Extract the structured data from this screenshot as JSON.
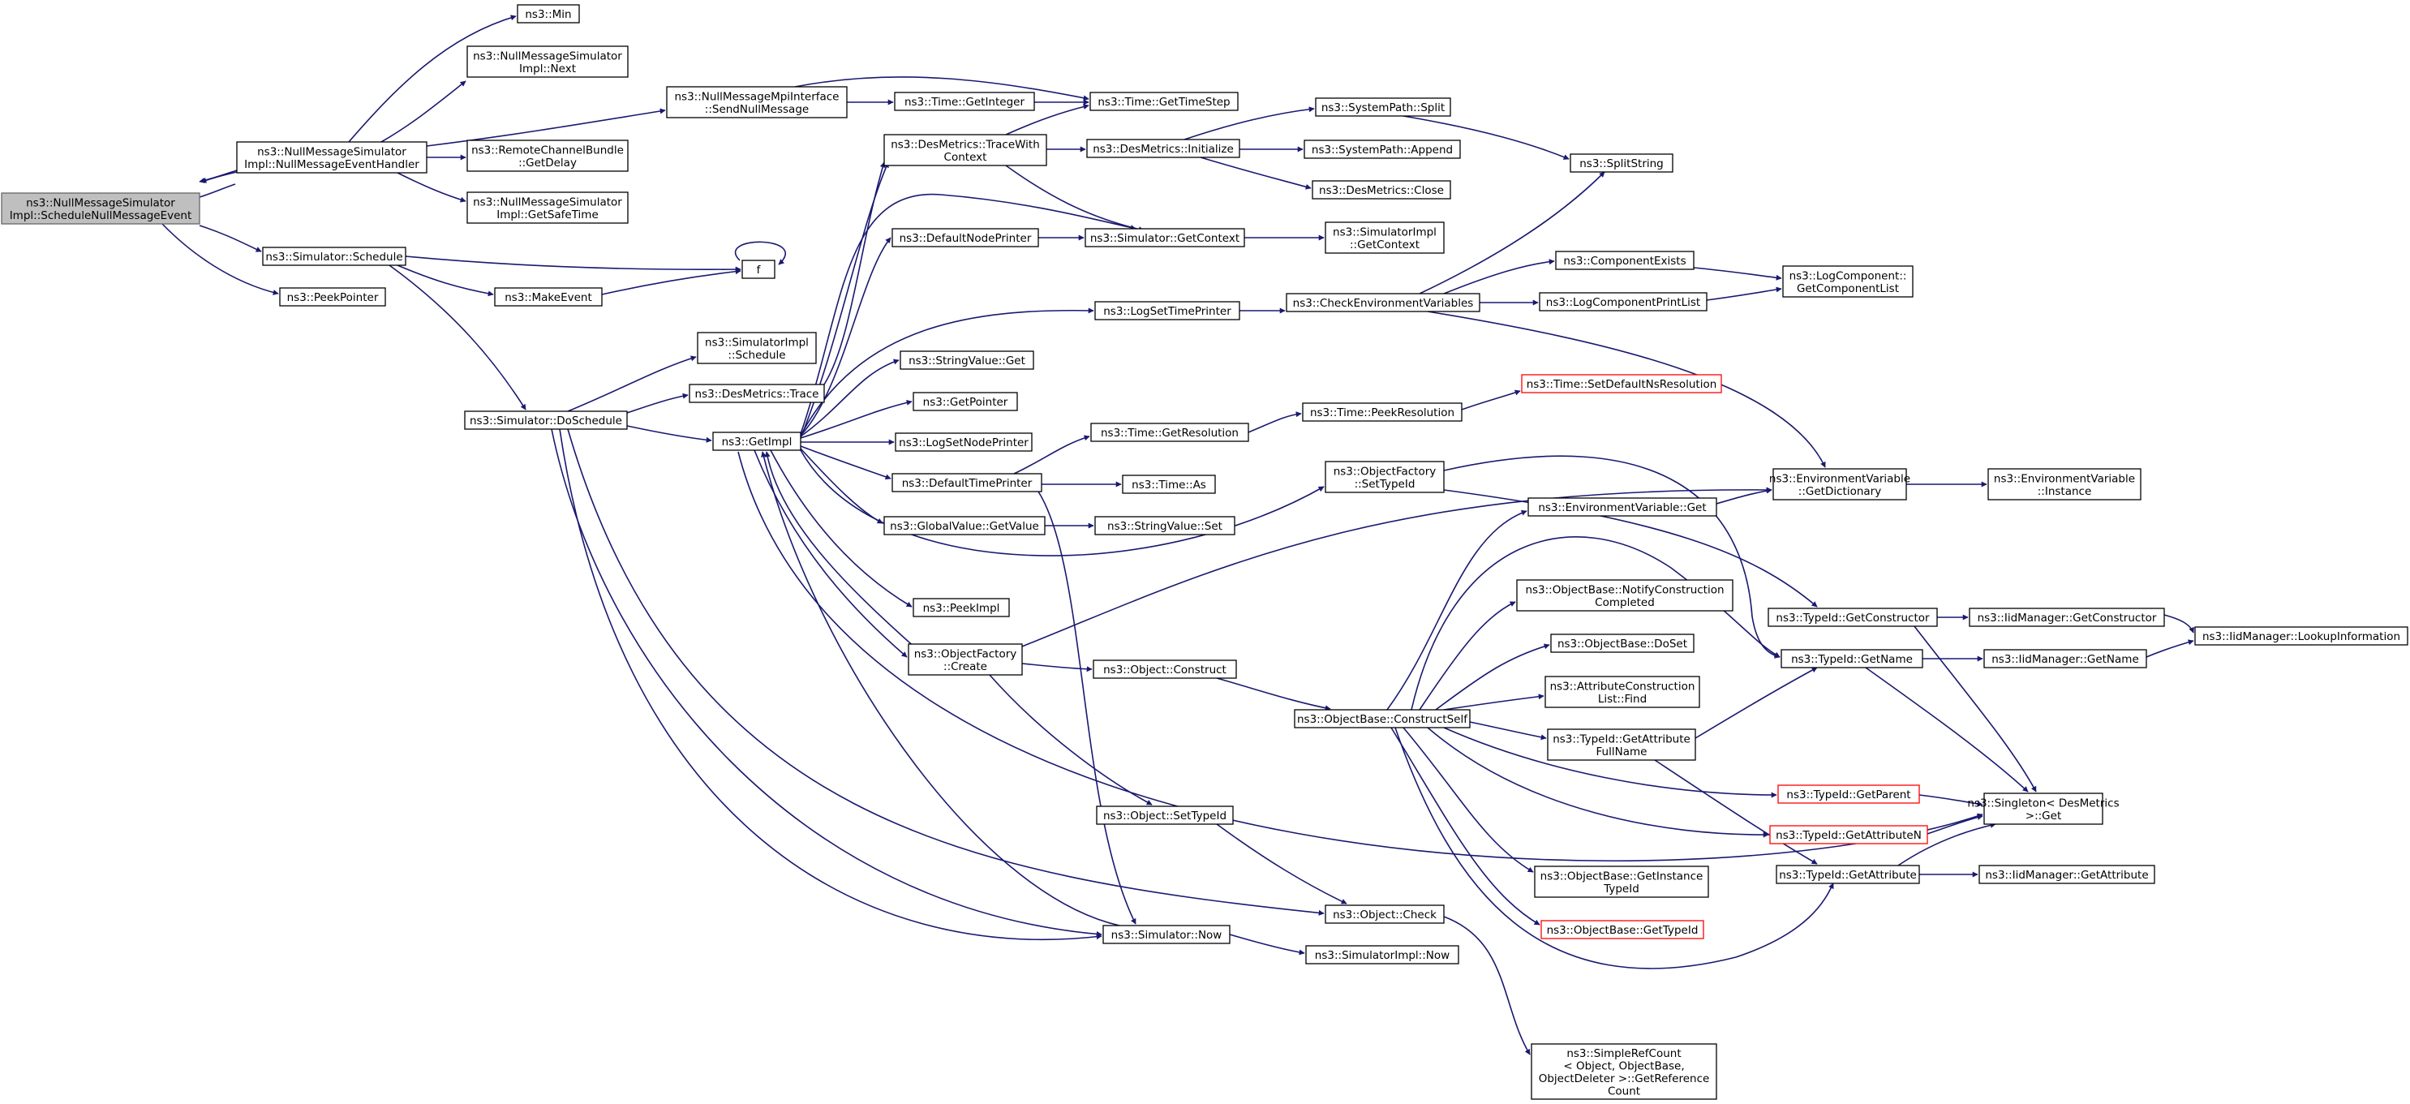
{
  "graph": {
    "edge_color": "#191970",
    "highlight_fill": "#bfbfbf",
    "link_error_color": "#ff0000",
    "nodes": {
      "root": {
        "lines": [
          "ns3::NullMessageSimulator",
          "Impl::ScheduleNullMessageEvent"
        ],
        "root": true
      },
      "handler": {
        "lines": [
          "ns3::NullMessageSimulator",
          "Impl::NullMessageEventHandler"
        ]
      },
      "schedule": {
        "lines": [
          "ns3::Simulator::Schedule"
        ]
      },
      "peekptr": {
        "lines": [
          "ns3::PeekPointer"
        ]
      },
      "min": {
        "lines": [
          "ns3::Min"
        ]
      },
      "next": {
        "lines": [
          "ns3::NullMessageSimulator",
          "Impl::Next"
        ]
      },
      "sendnull": {
        "lines": [
          "ns3::NullMessageMpiInterface",
          "::SendNullMessage"
        ]
      },
      "getdelay": {
        "lines": [
          "ns3::RemoteChannelBundle",
          "::GetDelay"
        ]
      },
      "safetime": {
        "lines": [
          "ns3::NullMessageSimulator",
          "Impl::GetSafeTime"
        ]
      },
      "f": {
        "lines": [
          "f"
        ]
      },
      "makeevent": {
        "lines": [
          "ns3::MakeEvent"
        ]
      },
      "doschedule": {
        "lines": [
          "ns3::Simulator::DoSchedule"
        ]
      },
      "simimplsched": {
        "lines": [
          "ns3::SimulatorImpl",
          "::Schedule"
        ]
      },
      "destrace": {
        "lines": [
          "ns3::DesMetrics::Trace"
        ]
      },
      "getimpl": {
        "lines": [
          "ns3::GetImpl"
        ]
      },
      "gettimestep": {
        "lines": [
          "ns3::Time::GetTimeStep"
        ]
      },
      "getinteger": {
        "lines": [
          "ns3::Time::GetInteger"
        ]
      },
      "tracewith": {
        "lines": [
          "ns3::DesMetrics::TraceWith",
          "Context"
        ]
      },
      "desinit": {
        "lines": [
          "ns3::DesMetrics::Initialize"
        ]
      },
      "split": {
        "lines": [
          "ns3::SystemPath::Split"
        ]
      },
      "append": {
        "lines": [
          "ns3::SystemPath::Append"
        ]
      },
      "desclose": {
        "lines": [
          "ns3::DesMetrics::Close"
        ]
      },
      "splitstring": {
        "lines": [
          "ns3::SplitString"
        ]
      },
      "defnodeprinter": {
        "lines": [
          "ns3::DefaultNodePrinter"
        ]
      },
      "simgetctx": {
        "lines": [
          "ns3::Simulator::GetContext"
        ]
      },
      "simimplgetctx": {
        "lines": [
          "ns3::SimulatorImpl",
          "::GetContext"
        ]
      },
      "logsettime": {
        "lines": [
          "ns3::LogSetTimePrinter"
        ]
      },
      "checkenv": {
        "lines": [
          "ns3::CheckEnvironmentVariables"
        ]
      },
      "compexists": {
        "lines": [
          "ns3::ComponentExists"
        ]
      },
      "logprintlist": {
        "lines": [
          "ns3::LogComponentPrintList"
        ]
      },
      "getcomplist": {
        "lines": [
          "ns3::LogComponent::",
          "GetComponentList"
        ]
      },
      "strget": {
        "lines": [
          "ns3::StringValue::Get"
        ]
      },
      "getpointer": {
        "lines": [
          "ns3::GetPointer"
        ]
      },
      "logsetnode": {
        "lines": [
          "ns3::LogSetNodePrinter"
        ]
      },
      "deftimeprinter": {
        "lines": [
          "ns3::DefaultTimePrinter"
        ]
      },
      "getresolution": {
        "lines": [
          "ns3::Time::GetResolution"
        ]
      },
      "peekres": {
        "lines": [
          "ns3::Time::PeekResolution"
        ]
      },
      "setdefres": {
        "lines": [
          "ns3::Time::SetDefaultNsResolution"
        ],
        "red": true
      },
      "timeas": {
        "lines": [
          "ns3::Time::As"
        ]
      },
      "gvgetvalue": {
        "lines": [
          "ns3::GlobalValue::GetValue"
        ]
      },
      "strset": {
        "lines": [
          "ns3::StringValue::Set"
        ]
      },
      "ofsettypeid": {
        "lines": [
          "ns3::ObjectFactory",
          "::SetTypeId"
        ]
      },
      "envgetdict": {
        "lines": [
          "ns3::EnvironmentVariable",
          "::GetDictionary"
        ]
      },
      "envinstance": {
        "lines": [
          "ns3::EnvironmentVariable",
          "::Instance"
        ]
      },
      "envget": {
        "lines": [
          "ns3::EnvironmentVariable::Get"
        ]
      },
      "peekimpl": {
        "lines": [
          "ns3::PeekImpl"
        ]
      },
      "notifycons": {
        "lines": [
          "ns3::ObjectBase::NotifyConstruction",
          "Completed"
        ]
      },
      "dosset": {
        "lines": [
          "ns3::ObjectBase::DoSet"
        ]
      },
      "ofcreate": {
        "lines": [
          "ns3::ObjectFactory",
          "::Create"
        ]
      },
      "attrfind": {
        "lines": [
          "ns3::AttributeConstruction",
          "List::Find"
        ]
      },
      "objconstruct": {
        "lines": [
          "ns3::Object::Construct"
        ]
      },
      "consself": {
        "lines": [
          "ns3::ObjectBase::ConstructSelf"
        ]
      },
      "getattrfull": {
        "lines": [
          "ns3::TypeId::GetAttribute",
          "FullName"
        ]
      },
      "tidgetcons": {
        "lines": [
          "ns3::TypeId::GetConstructor"
        ]
      },
      "iidgetcons": {
        "lines": [
          "ns3::IidManager::GetConstructor"
        ]
      },
      "lookupinfo": {
        "lines": [
          "ns3::IidManager::LookupInformation"
        ]
      },
      "tidgetname": {
        "lines": [
          "ns3::TypeId::GetName"
        ]
      },
      "iidgetname": {
        "lines": [
          "ns3::IidManager::GetName"
        ]
      },
      "tidgetparent": {
        "lines": [
          "ns3::TypeId::GetParent"
        ],
        "red": true
      },
      "singleton": {
        "lines": [
          "ns3::Singleton< DesMetrics",
          " >::Get"
        ]
      },
      "tidgetattrn": {
        "lines": [
          "ns3::TypeId::GetAttributeN"
        ],
        "red": true
      },
      "objsettypeid": {
        "lines": [
          "ns3::Object::SetTypeId"
        ]
      },
      "tidgetattr": {
        "lines": [
          "ns3::TypeId::GetAttribute"
        ]
      },
      "iidgetattr": {
        "lines": [
          "ns3::IidManager::GetAttribute"
        ]
      },
      "getinsttid": {
        "lines": [
          "ns3::ObjectBase::GetInstance",
          "TypeId"
        ]
      },
      "obgettid": {
        "lines": [
          "ns3::ObjectBase::GetTypeId"
        ],
        "red": true
      },
      "objcheck": {
        "lines": [
          "ns3::Object::Check"
        ]
      },
      "simnow": {
        "lines": [
          "ns3::Simulator::Now"
        ]
      },
      "simimplnow": {
        "lines": [
          "ns3::SimulatorImpl::Now"
        ]
      },
      "refcount": {
        "lines": [
          "ns3::SimpleRefCount",
          "< Object, ObjectBase,",
          " ObjectDeleter >::GetReference",
          "Count"
        ]
      }
    }
  }
}
